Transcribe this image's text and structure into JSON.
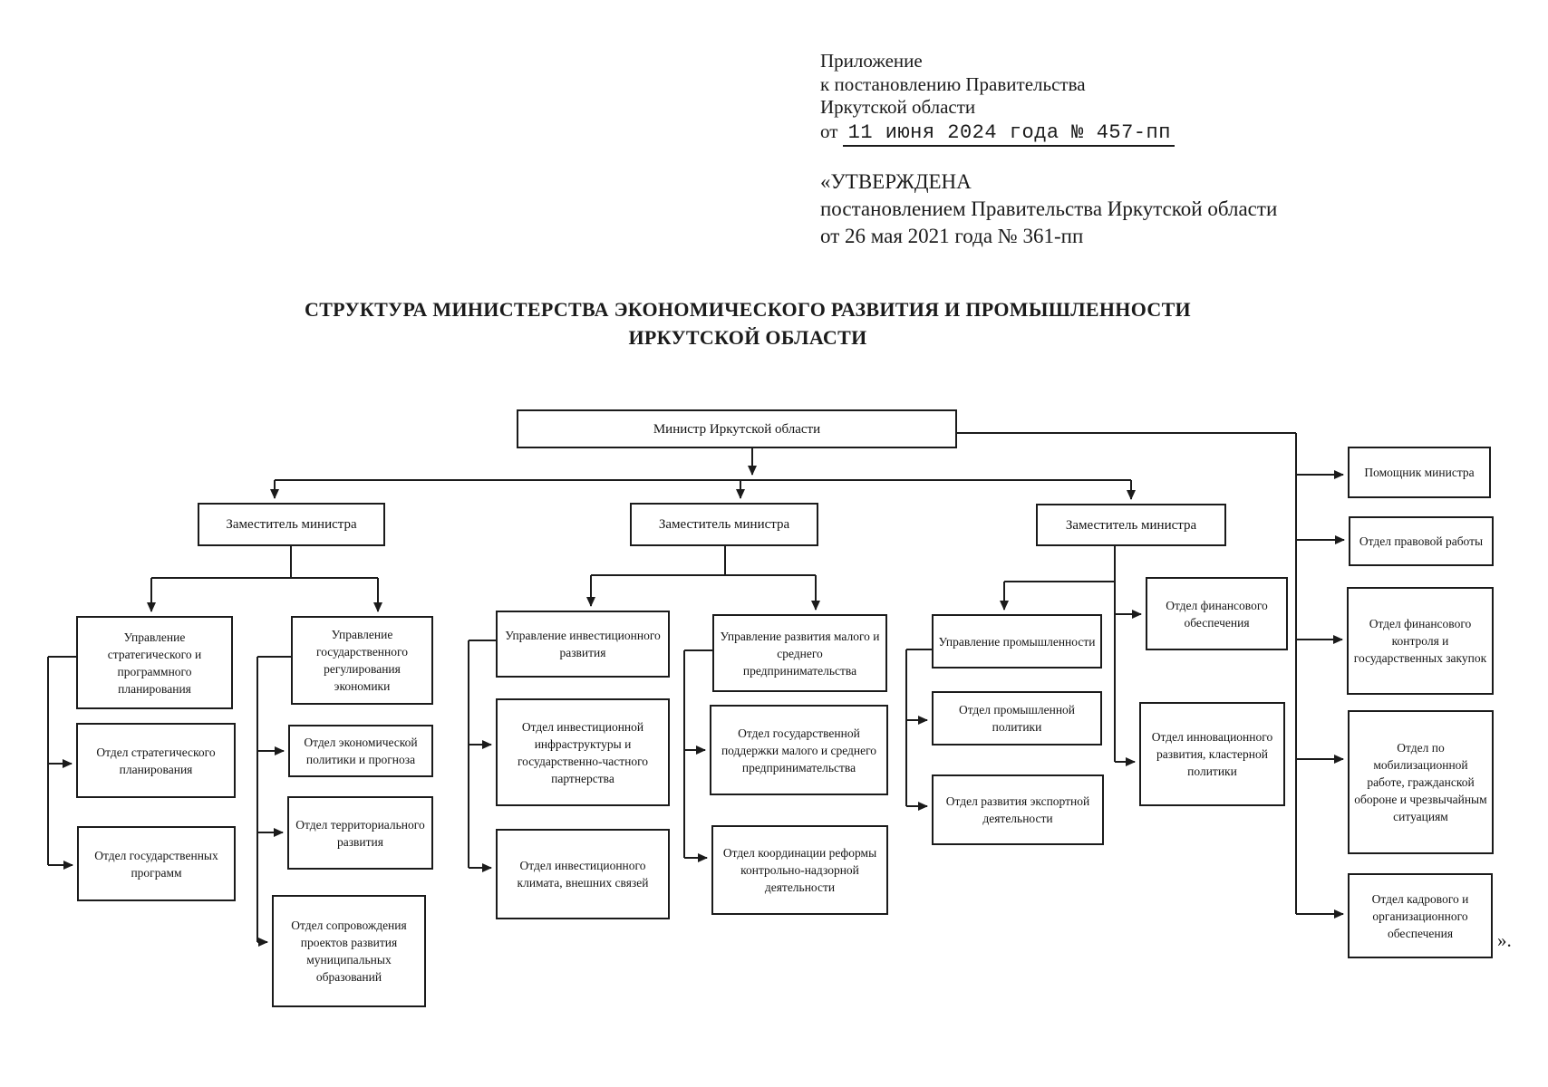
{
  "header": {
    "annex": {
      "lines": [
        "Приложение",
        "к постановлению Правительства",
        "Иркутской области"
      ],
      "date_prefix": "от",
      "date_value": "11 июня 2024 года № 457-пп"
    },
    "approved": {
      "lines": [
        "«УТВЕРЖДЕНА",
        "постановлением Правительства Иркутской области",
        "от 26 мая 2021 года № 361-пп"
      ]
    }
  },
  "title": {
    "line1": "СТРУКТУРА МИНИСТЕРСТВА ЭКОНОМИЧЕСКОГО РАЗВИТИЯ И ПРОМЫШЛЕННОСТИ",
    "line2": "ИРКУТСКОЙ ОБЛАСТИ"
  },
  "closing_mark": "».",
  "org": {
    "minister": "Министр Иркутской области",
    "deputy_1": "Заместитель министра",
    "deputy_2": "Заместитель министра",
    "deputy_3": "Заместитель министра",
    "minister_office": {
      "assistant": "Помощник министра",
      "legal": "Отдел правовой работы",
      "fin_control": "Отдел финансового контроля и государственных закупок",
      "mobilization": "Отдел по мобилизационной работе, гражданской обороне и чрезвычайным ситуациям",
      "hr": "Отдел кадрового и организационного обеспечения"
    },
    "strategic": {
      "dept": "Управление стратегического и программного планирования",
      "planning": "Отдел стратегического планирования",
      "programs": "Отдел государственных программ"
    },
    "regulation": {
      "dept": "Управление государственного регулирования экономики",
      "economic_policy": "Отдел экономической политики и прогноза",
      "territorial": "Отдел территориального развития",
      "municipal": "Отдел сопровождения проектов развития муниципальных образований"
    },
    "investment": {
      "dept": "Управление инвестиционного развития",
      "infrastructure": "Отдел инвестиционной инфраструктуры и государственно-частного партнерства",
      "climate": "Отдел инвестиционного климата, внешних связей"
    },
    "sme": {
      "dept": "Управление развития малого и среднего предпринимательства",
      "support": "Отдел государственной поддержки малого и среднего предпринимательства",
      "control_reform": "Отдел координации реформы контрольно-надзорной деятельности"
    },
    "industry": {
      "dept": "Управление промышленности",
      "policy": "Отдел промышленной политики",
      "export": "Отдел развития экспортной деятельности",
      "finance": "Отдел финансового обеспечения",
      "innovation": "Отдел инновационного развития, кластерной политики"
    }
  }
}
